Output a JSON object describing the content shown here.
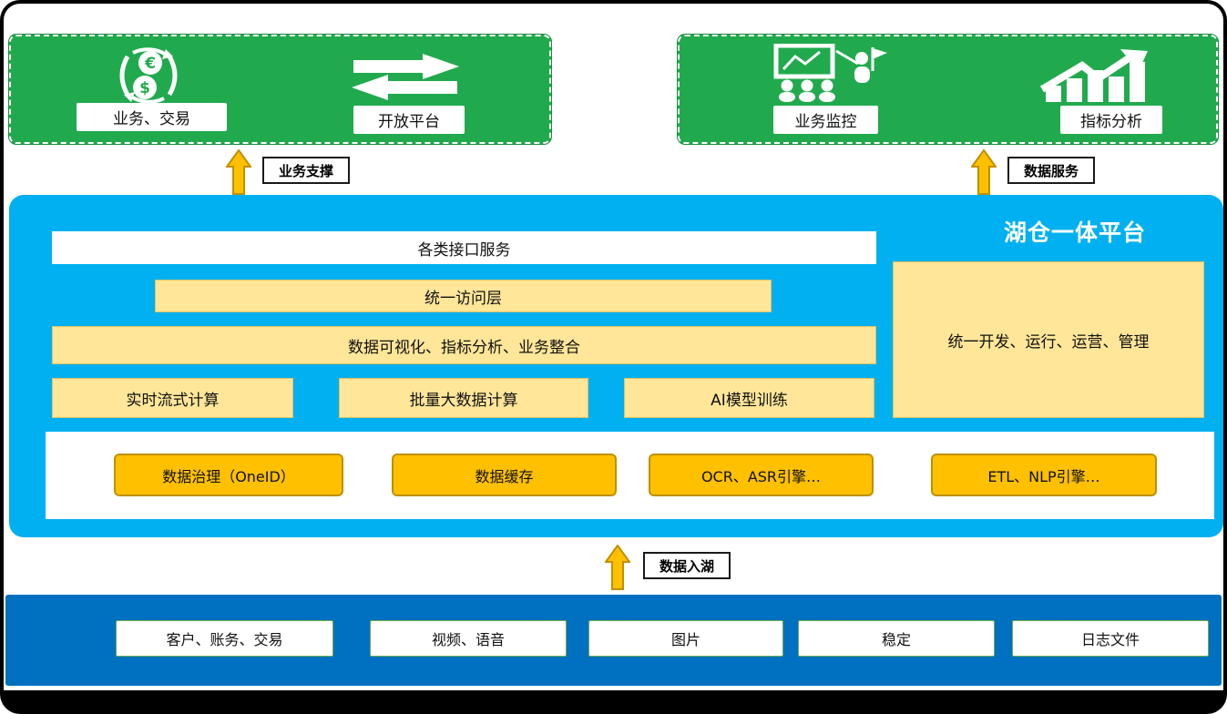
{
  "top": {
    "business_group": {
      "items": [
        {
          "label": "业务、交易",
          "icon": "currency-exchange-icon"
        },
        {
          "label": "开放平台",
          "icon": "bidirectional-arrows-icon"
        }
      ]
    },
    "monitor_group": {
      "items": [
        {
          "label": "业务监控",
          "icon": "presentation-audience-icon"
        },
        {
          "label": "指标分析",
          "icon": "bar-chart-growth-icon"
        }
      ]
    }
  },
  "connectors": {
    "business_support": {
      "label": "业务支撑"
    },
    "data_service": {
      "label": "数据服务"
    },
    "data_ingest": {
      "label": "数据入湖"
    }
  },
  "platform": {
    "title": "湖仓一体平台",
    "layers": {
      "interface": "各类接口服务",
      "access": "统一访问层",
      "visualization": "数据可视化、指标分析、业务整合"
    },
    "compute": [
      "实时流式计算",
      "批量大数据计算",
      "AI模型训练"
    ],
    "management": "统一开发、运行、运营、管理",
    "engines": [
      "数据治理（OneID）",
      "数据缓存",
      "OCR、ASR引擎…",
      "ETL、NLP引擎…"
    ]
  },
  "datasources": [
    "客户、账务、交易",
    "视频、语音",
    "图片",
    "稳定",
    "日志文件"
  ],
  "colors": {
    "green": "#21AA4D",
    "platform_blue": "#00B0F0",
    "source_blue": "#0070C0",
    "accent_orange": "#FFC000",
    "accent_orange_border": "#BF9000",
    "light_yellow": "#FFE699",
    "border_black": "#000000"
  }
}
